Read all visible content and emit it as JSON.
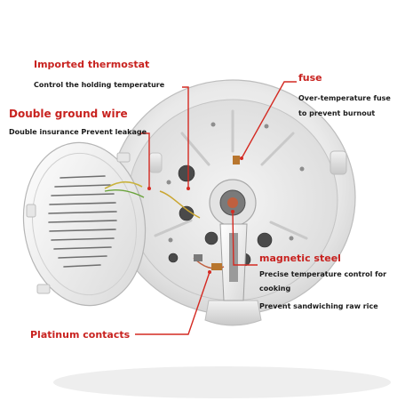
{
  "labels": {
    "thermostat_title": "Imported thermostat",
    "thermostat_desc": "Control the holding temperature",
    "ground_title": "Double ground wire",
    "ground_desc": "Double insurance  Prevent leakage",
    "fuse_title": "fuse",
    "fuse_desc_1": "Over-temperature fuse",
    "fuse_desc_2": "to prevent burnout",
    "magnetic_title": "magnetic steel",
    "magnetic_desc_1": "Precise temperature control for",
    "magnetic_desc_2": "cooking",
    "magnetic_desc_3": "Prevent sandwiching raw rice",
    "platinum_title": "Platinum contacts"
  },
  "colors": {
    "label_red": "#c8221f",
    "leader_line": "#d42a22",
    "body_white": "#f2f2f2"
  }
}
